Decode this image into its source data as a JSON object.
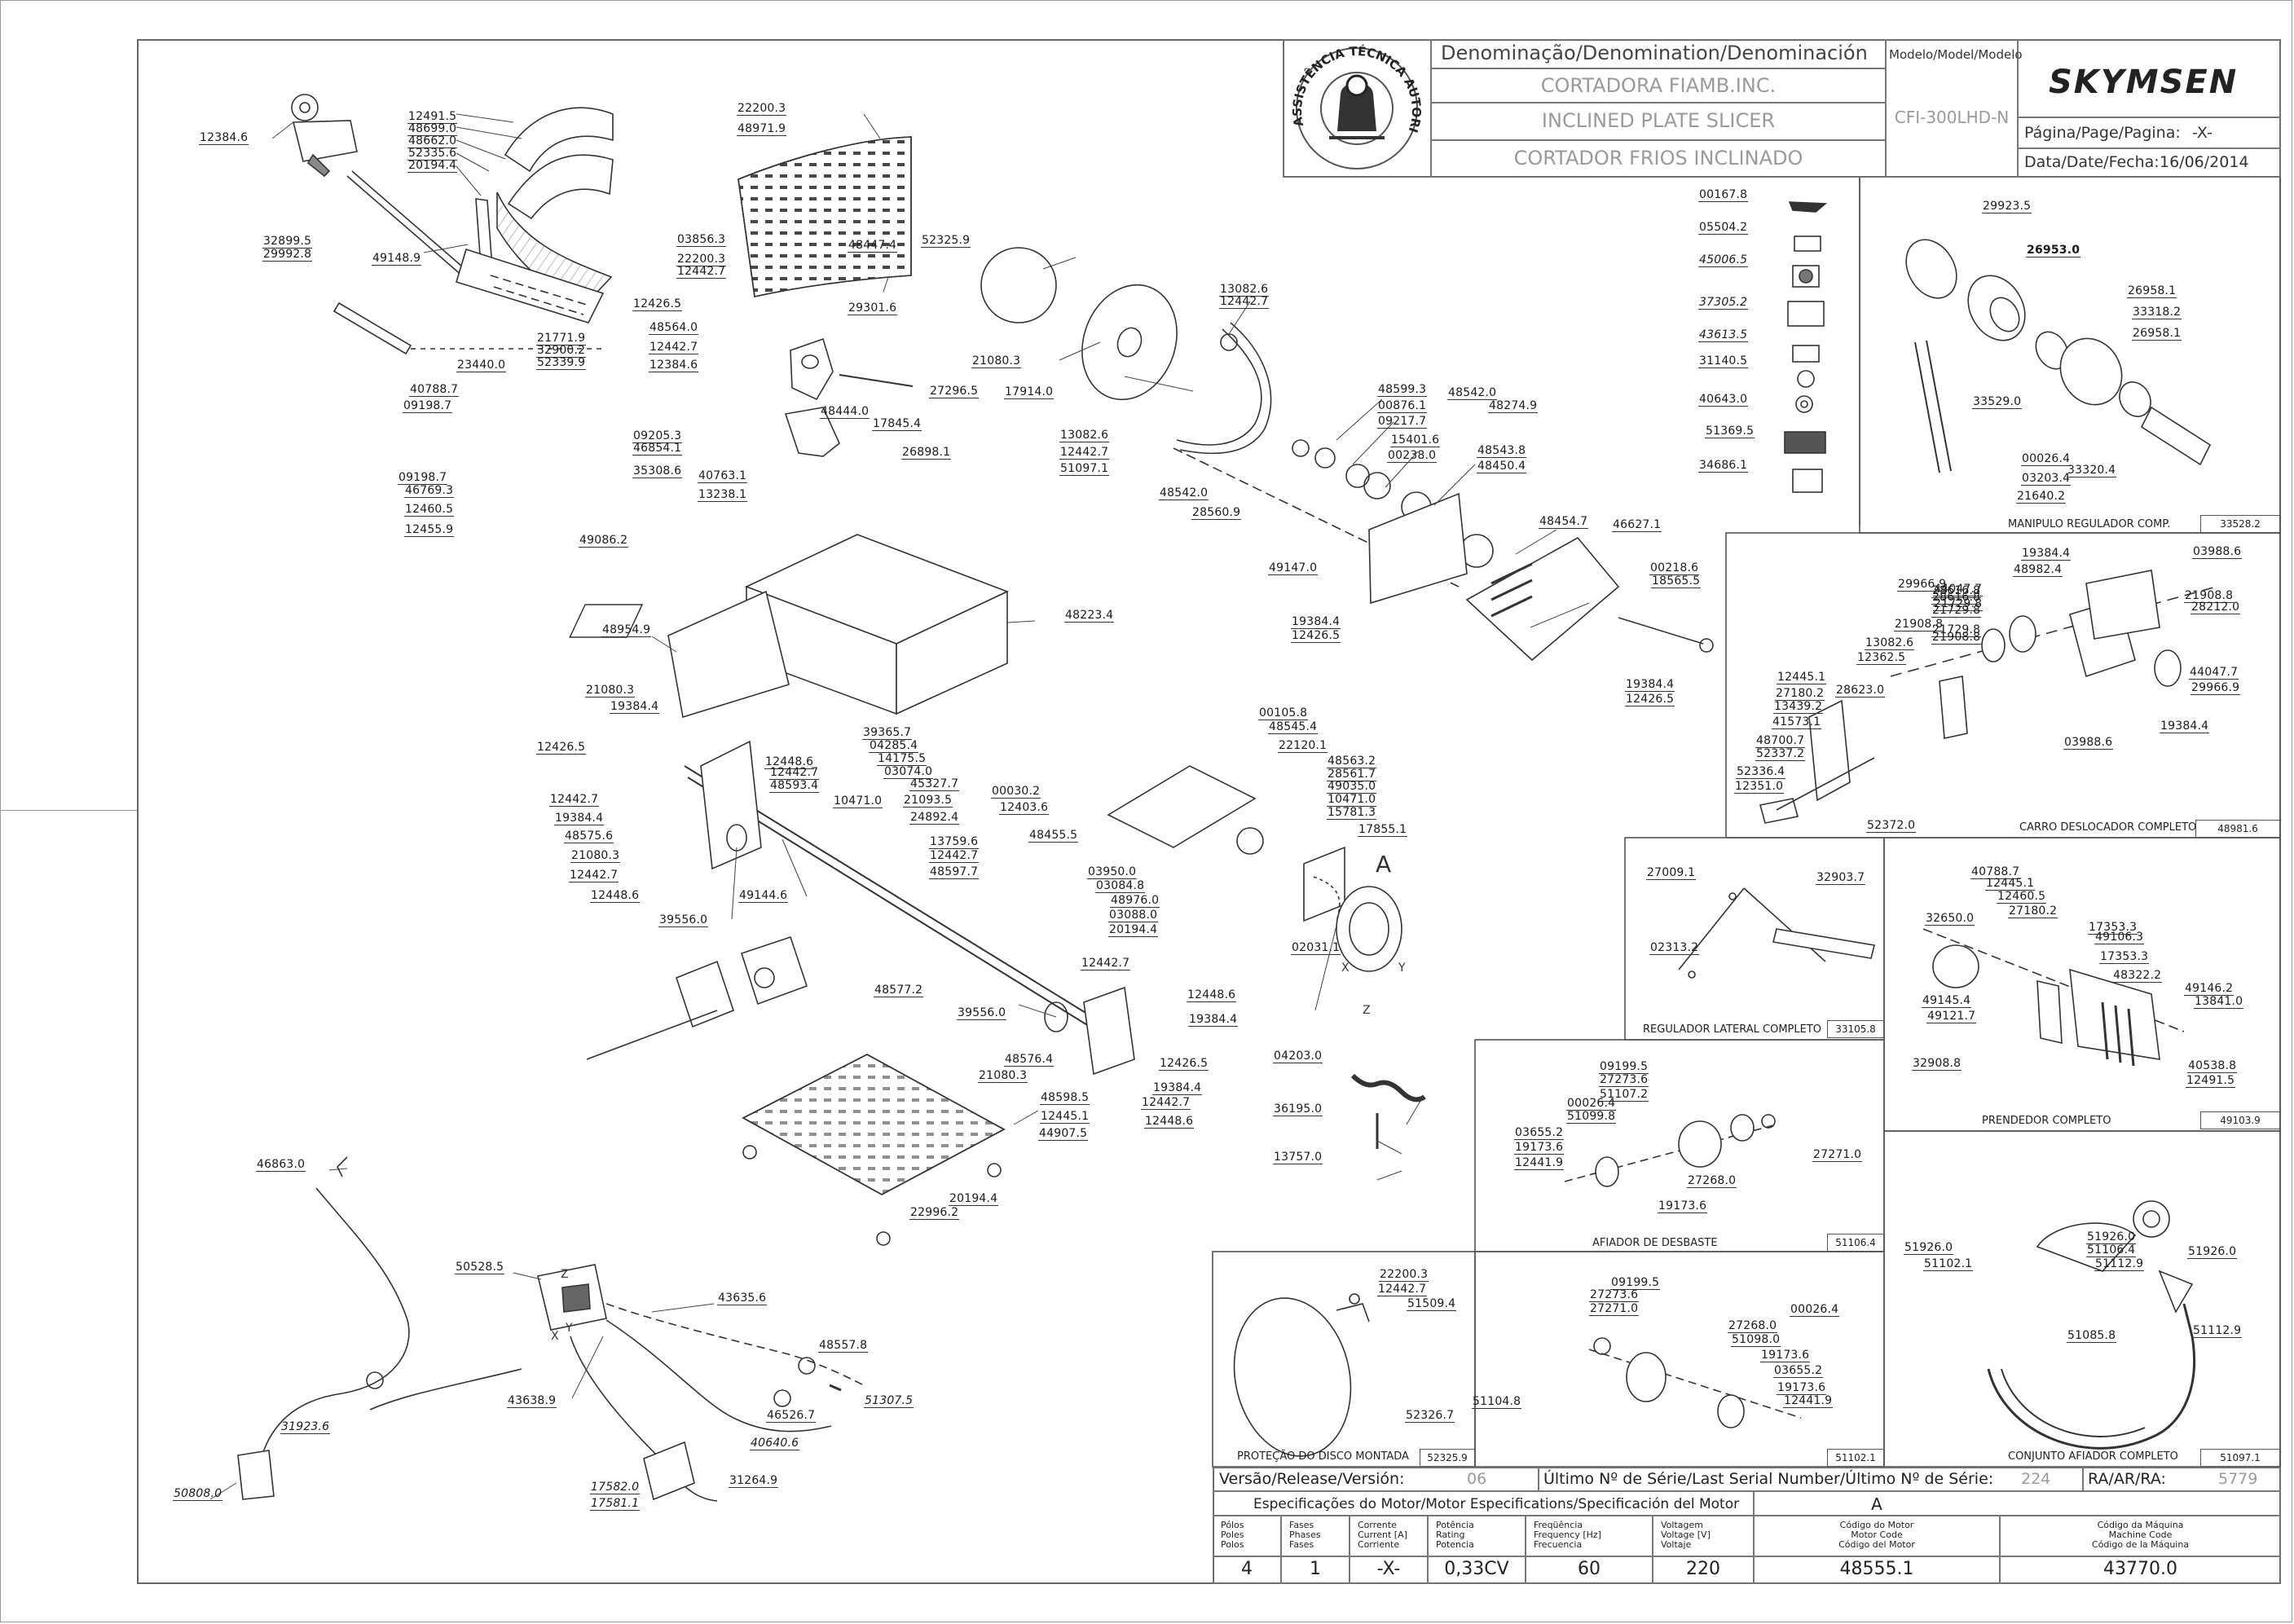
{
  "title_block": {
    "denomination_header": "Denominação/Denomination/Denominación",
    "name_pt": "CORTADORA FIAMB.INC.",
    "name_en": "INCLINED PLATE SLICER",
    "name_es": "CORTADOR FRIOS INCLINADO",
    "model_header": "Modelo/Model/Modelo",
    "model": "CFI-300LHD-N",
    "brand": "SKYMSEN",
    "page_label": "Página/Page/Pagina:",
    "page_value": "-X-",
    "date_label": "Data/Date/Fecha:",
    "date_value": "16/06/2014",
    "seal_text": "ASSISTÊNCIA TÉCNICA AUTORIZADA"
  },
  "footer": {
    "version_label": "Versão/Release/Versión:",
    "version_value": "06",
    "serial_label": "Último Nº de Série/Last Serial Number/Último Nº de Série:",
    "serial_value": "224",
    "ra_label": "RA/AR/RA:",
    "ra_value": "5779",
    "motor_spec_title": "Especificações do Motor/Motor Especifications/Specificación del Motor",
    "motor_letter": "A",
    "col_headers": [
      [
        "Pólos",
        "Poles",
        "Polos"
      ],
      [
        "Fases",
        "Phases",
        "Fases"
      ],
      [
        "Corrente",
        "Current [A]",
        "Corriente"
      ],
      [
        "Potência",
        "Rating",
        "Potencia"
      ],
      [
        "Freqüência",
        "Frequency [Hz]",
        "Frecuencia"
      ],
      [
        "Voltagem",
        "Voltage [V]",
        "Voltaje"
      ],
      [
        "Código do Motor",
        "Motor Code",
        "Código del Motor"
      ],
      [
        "Código da Máquina",
        "Machine Code",
        "Código de la Máquina"
      ]
    ],
    "col_values": [
      "4",
      "1",
      "-X-",
      "0,33CV",
      "60",
      "220",
      "48555.1",
      "43770.0"
    ]
  },
  "subassemblies": [
    {
      "title": "MANIPULO REGULADOR COMP.",
      "code": "33528.2"
    },
    {
      "title": "CARRO DESLOCADOR COMPLETO",
      "code": "48981.6"
    },
    {
      "title": "REGULADOR LATERAL COMPLETO",
      "code": "33105.8"
    },
    {
      "title": "PRENDEDOR COMPLETO",
      "code": "49103.9"
    },
    {
      "title": "AFIADOR DE DESBASTE",
      "code": "51106.4"
    },
    {
      "title": "PROTEÇÃO DO DISCO MONTADA",
      "code": "52325.9"
    },
    {
      "title": "",
      "code": "51102.1"
    },
    {
      "title": "CONJUNTO AFIADOR COMPLETO",
      "code": "51097.1"
    }
  ],
  "markers": [
    "A",
    "Z",
    "X",
    "Y",
    "Z",
    "Y",
    "X"
  ],
  "part_labels": [
    "12384.6",
    "12491.5",
    "48699.0",
    "48662.0",
    "52335.6",
    "20194.4",
    "32899.5",
    "29992.8",
    "49148.9",
    "21771.9",
    "32900.2",
    "52339.9",
    "22200.3",
    "48971.9",
    "03856.3",
    "22200.3",
    "12442.7",
    "12426.5",
    "48564.0",
    "12442.7",
    "12384.6",
    "29301.6",
    "48447.4",
    "27296.5",
    "52325.9",
    "21080.3",
    "17914.0",
    "23440.0",
    "40788.7",
    "09198.7",
    "09205.3",
    "46854.1",
    "35308.6",
    "09198.7",
    "46769.3",
    "12460.5",
    "12455.9",
    "49086.2",
    "48444.0",
    "17845.4",
    "26898.1",
    "40763.1",
    "13238.1",
    "13082.6",
    "12442.7",
    "13082.6",
    "12442.7",
    "51097.1",
    "48542.0",
    "28560.9",
    "48599.3",
    "00876.1",
    "09217.7",
    "00238.0",
    "48542.0",
    "48274.9",
    "15401.6",
    "48543.8",
    "48450.4",
    "48454.7",
    "49147.0",
    "46627.1",
    "00218.6",
    "18565.5",
    "19384.4",
    "12426.5",
    "19384.4",
    "12426.5",
    "48954.9",
    "48223.4",
    "21080.3",
    "19384.4",
    "12426.5",
    "12448.6",
    "12442.7",
    "48593.4",
    "12442.7",
    "19384.4",
    "48575.6",
    "21080.3",
    "12442.7",
    "12448.6",
    "39556.0",
    "49144.6",
    "39365.7",
    "04285.4",
    "14175.5",
    "03074.0",
    "45327.7",
    "21093.5",
    "24892.4",
    "10471.0",
    "13759.6",
    "12442.7",
    "48597.7",
    "00105.8",
    "48545.4",
    "22120.1",
    "00030.2",
    "12403.6",
    "48563.2",
    "28561.7",
    "49035.0",
    "10471.0",
    "15781.3",
    "17855.1",
    "48455.5",
    "03950.0",
    "03084.8",
    "48976.0",
    "03088.0",
    "20194.4",
    "02031.1",
    "48577.2",
    "12442.7",
    "12448.6",
    "19384.4",
    "12426.5",
    "39556.0",
    "48576.4",
    "21080.3",
    "19384.4",
    "12442.7",
    "12448.6",
    "48598.5",
    "12445.1",
    "44907.5",
    "20194.4",
    "22996.2",
    "04203.0",
    "36195.0",
    "13757.0",
    "46863.0",
    "50528.5",
    "43635.6",
    "48557.8",
    "43638.9",
    "46526.7",
    "40640.6",
    "51307.5",
    "31923.6",
    "50808.0",
    "17582.0",
    "17581.1",
    "31264.9",
    "00167.8",
    "05504.2",
    "45006.5",
    "37305.2",
    "43613.5",
    "31140.5",
    "40643.0",
    "51369.5",
    "34686.1",
    "29923.5",
    "26953.0",
    "26958.1",
    "33318.2",
    "26958.1",
    "33529.0",
    "00026.4",
    "03203.4",
    "21640.2",
    "33320.4",
    "19384.4",
    "03988.6",
    "48982.4",
    "28616.8",
    "29966.9",
    "44047.7",
    "21908.8",
    "28616.8",
    "21729.8",
    "21729.8",
    "21729.8",
    "21908.8",
    "21908.8",
    "28212.0",
    "13082.6",
    "12362.5",
    "44047.7",
    "12445.1",
    "29966.9",
    "27180.2",
    "13439.2",
    "28623.0",
    "41573.1",
    "48700.7",
    "19384.4",
    "52337.2",
    "03988.6",
    "52336.4",
    "12351.0",
    "52372.0",
    "27009.1",
    "32903.7",
    "02313.2",
    "40788.7",
    "12445.1",
    "12460.5",
    "27180.2",
    "32650.0",
    "17353.3",
    "49106.3",
    "17353.3",
    "48322.2",
    "49146.2",
    "13841.0",
    "49145.4",
    "49121.7",
    "32908.8",
    "40538.8",
    "12491.5",
    "09199.5",
    "27273.6",
    "51107.2",
    "00026.4",
    "51099.8",
    "03655.2",
    "19173.6",
    "12441.9",
    "27271.0",
    "27268.0",
    "19173.6",
    "22200.3",
    "12442.7",
    "51509.4",
    "52326.7",
    "09199.5",
    "27273.6",
    "27271.0",
    "00026.4",
    "27268.0",
    "51098.0",
    "19173.6",
    "03655.2",
    "19173.6",
    "12441.9",
    "51104.8",
    "51926.0",
    "51106.4",
    "51112.9",
    "51926.0",
    "51926.0",
    "51102.1",
    "51085.8",
    "51112.9"
  ]
}
